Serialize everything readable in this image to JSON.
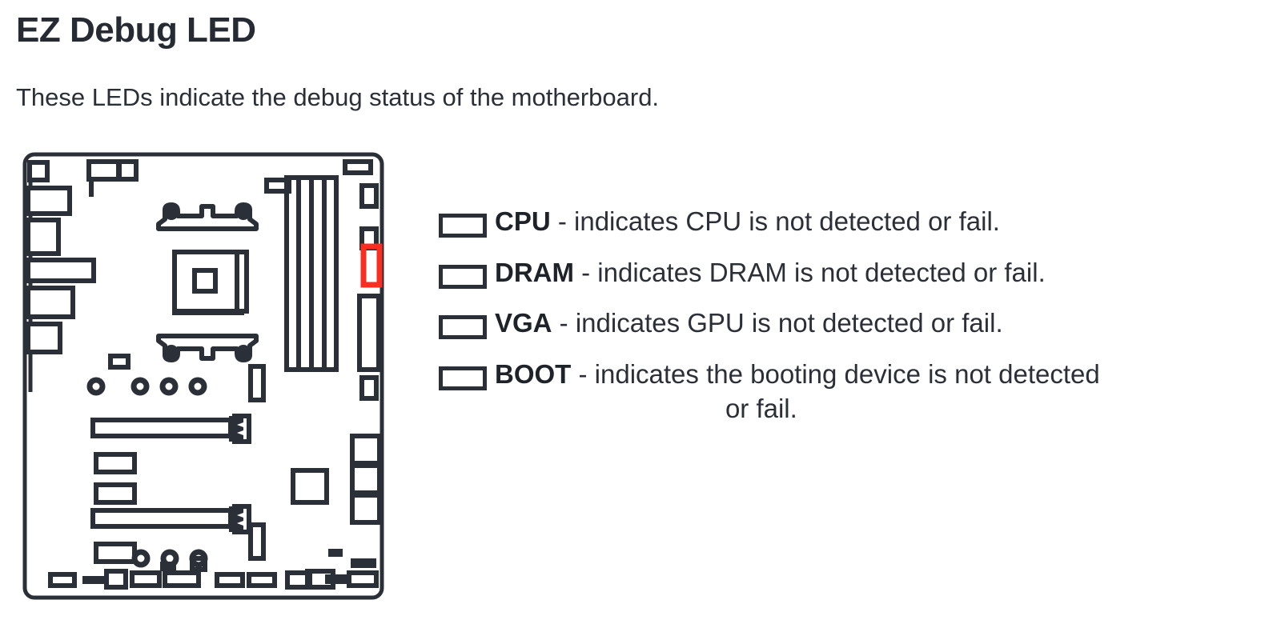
{
  "heading": "EZ Debug LED",
  "subheading": "These LEDs indicate the debug status of the motherboard.",
  "colors": {
    "text": "#2b2f38",
    "heading": "#252a33",
    "board_outline": "#2b2f38",
    "highlight_red": "#fa2d20",
    "background": "#ffffff"
  },
  "legend": {
    "items": [
      {
        "icon": "led-indicator-icon",
        "label": "CPU",
        "description": " - indicates CPU is not detected or fail.",
        "wrapped_line": ""
      },
      {
        "icon": "led-indicator-icon",
        "label": "DRAM",
        "description": " - indicates DRAM is not detected or fail.",
        "wrapped_line": ""
      },
      {
        "icon": "led-indicator-icon",
        "label": "VGA",
        "description": " - indicates GPU is not detected or fail.",
        "wrapped_line": ""
      },
      {
        "icon": "led-indicator-icon",
        "label": "BOOT",
        "description": " - indicates the booting device is not detected",
        "wrapped_line": "or fail."
      }
    ]
  },
  "diagram": {
    "name": "motherboard-diagram",
    "highlighted_component": "ez-debug-led-header",
    "components": [
      "rear-io-ports",
      "cpu-socket",
      "cpu-retention-brackets",
      "dimm-slots",
      "pcie-x16-slots",
      "m2-slots",
      "chipset-heatsink",
      "sata-ports",
      "front-panel-headers",
      "mounting-holes",
      "ez-debug-led-header"
    ]
  }
}
